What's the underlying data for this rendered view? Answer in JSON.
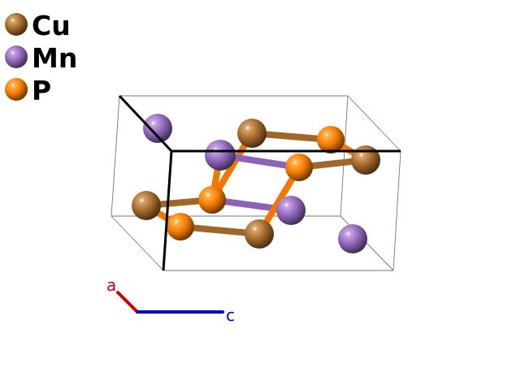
{
  "legend": {
    "items": [
      {
        "element": "Cu",
        "label": "Cu",
        "color": "#a0662a",
        "highlight": "#d9a56a"
      },
      {
        "element": "Mn",
        "label": "Mn",
        "color": "#8d63b8",
        "highlight": "#c7a6e6"
      },
      {
        "element": "P",
        "label": "P",
        "color": "#f07800",
        "highlight": "#ffb24a"
      }
    ]
  },
  "axes": {
    "a": {
      "label": "a",
      "color": "#cc0000"
    },
    "c": {
      "label": "c",
      "color": "#0000cc"
    }
  },
  "colors": {
    "cell_edge": "#777777",
    "cell_axis": "#000000"
  }
}
